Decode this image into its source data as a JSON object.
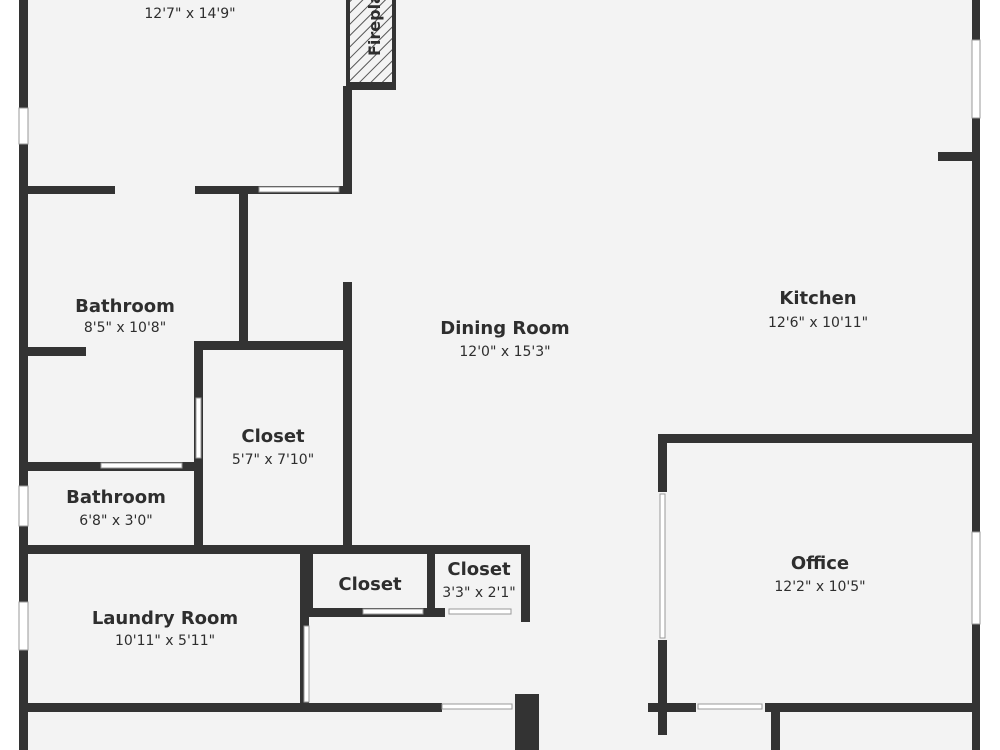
{
  "colors": {
    "wall": "#333333",
    "floor": "#f3f3f3",
    "window": "#ffffff",
    "text": "#2e2e2e"
  },
  "rooms": {
    "top_left_dim": "12'7\" x 14'9\"",
    "fireplace": "Firepla",
    "bathroom_main": {
      "name": "Bathroom",
      "dim": "8'5\" x 10'8\""
    },
    "dining": {
      "name": "Dining Room",
      "dim": "12'0\" x 15'3\""
    },
    "kitchen": {
      "name": "Kitchen",
      "dim": "12'6\" x 10'11\""
    },
    "closet_main": {
      "name": "Closet",
      "dim": "5'7\" x 7'10\""
    },
    "bathroom_small": {
      "name": "Bathroom",
      "dim": "6'8\" x 3'0\""
    },
    "closet_a": {
      "name": "Closet"
    },
    "closet_b": {
      "name": "Closet",
      "dim": "3'3\" x 2'1\""
    },
    "laundry": {
      "name": "Laundry Room",
      "dim": "10'11\" x 5'11\""
    },
    "office": {
      "name": "Office",
      "dim": "12'2\" x 10'5\""
    }
  }
}
